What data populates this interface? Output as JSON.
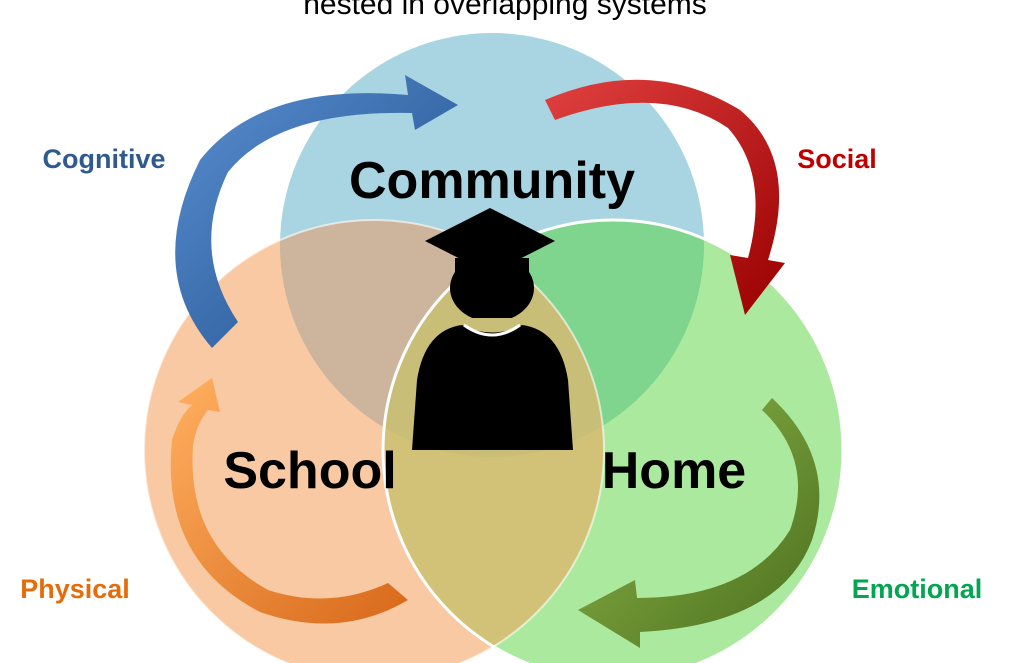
{
  "diagram": {
    "title": "nested in overlapping systems",
    "circles": {
      "community": {
        "label": "Community",
        "fill": "#A9D4E1"
      },
      "school": {
        "label": "School",
        "fill": "#F8C9A2"
      },
      "home": {
        "label": "Home",
        "fill": "#ABEA9E"
      }
    },
    "overlaps": {
      "community_school": "#CDB49C",
      "community_home": "#7FD48E",
      "school_home": "#D2C277",
      "center": "#C9BE77"
    },
    "domains": {
      "cognitive": {
        "label": "Cognitive",
        "color": "#2E5A8E"
      },
      "social": {
        "label": "Social",
        "color": "#C00000"
      },
      "physical": {
        "label": "Physical",
        "color": "#E46C0A"
      },
      "emotional": {
        "label": "Emotional",
        "color": "#00A650"
      }
    },
    "arrows": {
      "cognitive_arrow": {
        "icon": "curved-arrow-icon",
        "color": "#3A73B9"
      },
      "social_arrow": {
        "icon": "curved-arrow-icon",
        "color": "#C00000"
      },
      "physical_arrow": {
        "icon": "curved-arrow-icon",
        "color": "#F08C3A"
      },
      "emotional_arrow": {
        "icon": "curved-arrow-icon",
        "color": "#6B8E2B"
      }
    },
    "student_icon": {
      "icon": "graduate-student-icon",
      "color": "#000000"
    }
  }
}
